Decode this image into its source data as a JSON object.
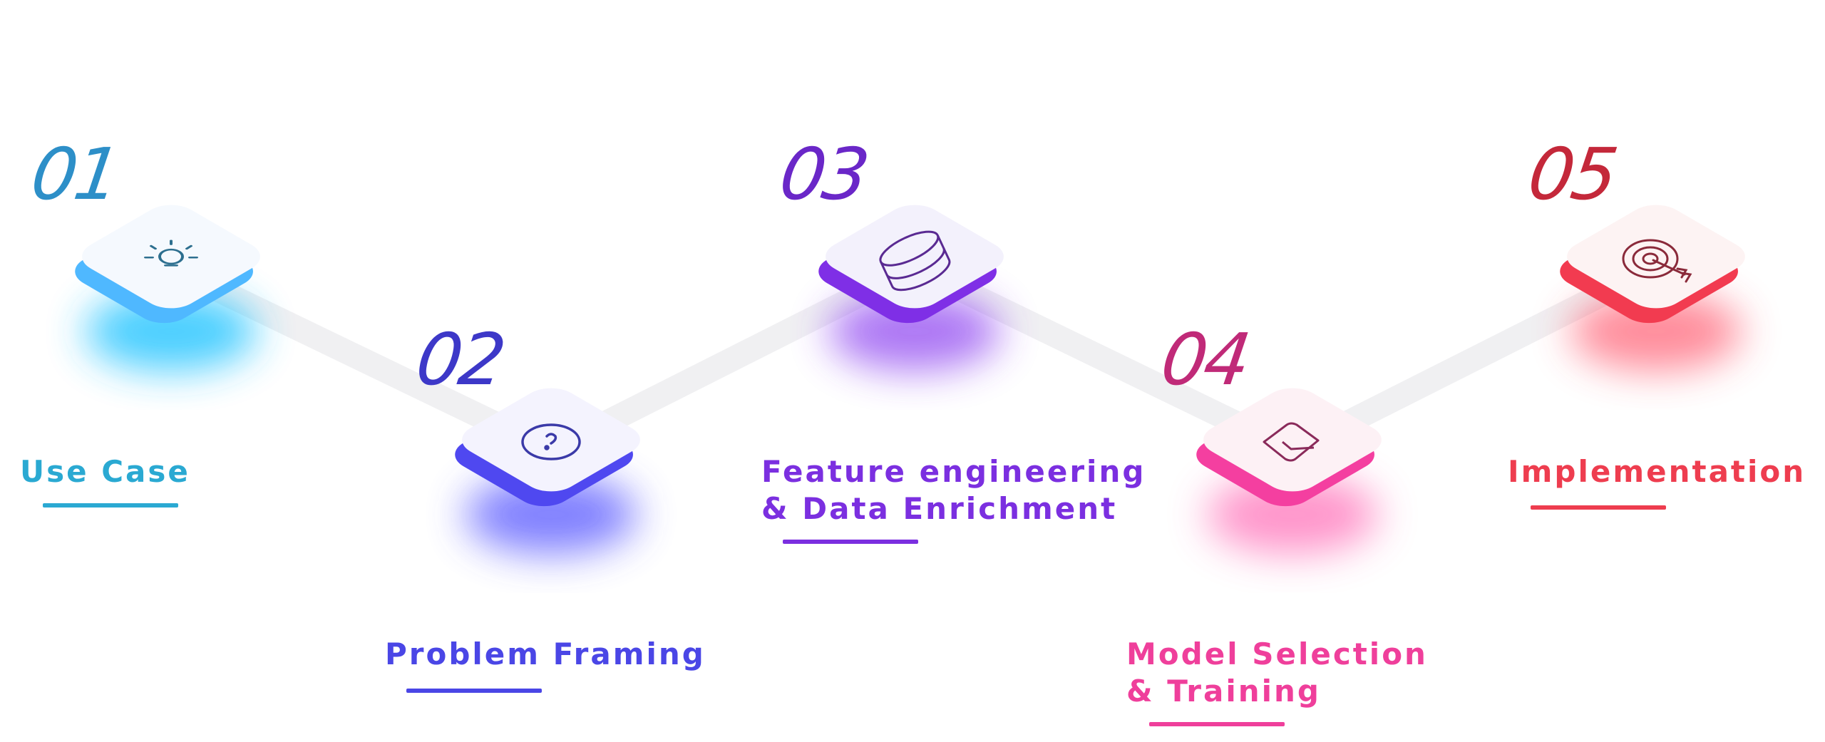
{
  "steps": [
    {
      "number": "01",
      "label_lines": [
        "Use Case"
      ],
      "color": "#2aa9d2",
      "glow": "#29c6ff",
      "icon": "lightbulb-icon"
    },
    {
      "number": "02",
      "label_lines": [
        "Problem Framing"
      ],
      "color": "#4a46e6",
      "glow": "#4b4cff",
      "icon": "question-icon"
    },
    {
      "number": "03",
      "label_lines": [
        "Feature engineering",
        "& Data Enrichment"
      ],
      "color": "#7b2fe0",
      "glow": "#8a3cf0",
      "icon": "database-icon"
    },
    {
      "number": "04",
      "label_lines": [
        "Model Selection",
        "& Training"
      ],
      "color": "#ef3f9b",
      "glow": "#ff4fa8",
      "icon": "check-icon"
    },
    {
      "number": "05",
      "label_lines": [
        "Implementation"
      ],
      "color": "#ee3d4f",
      "glow": "#ff4058",
      "icon": "target-icon"
    }
  ]
}
